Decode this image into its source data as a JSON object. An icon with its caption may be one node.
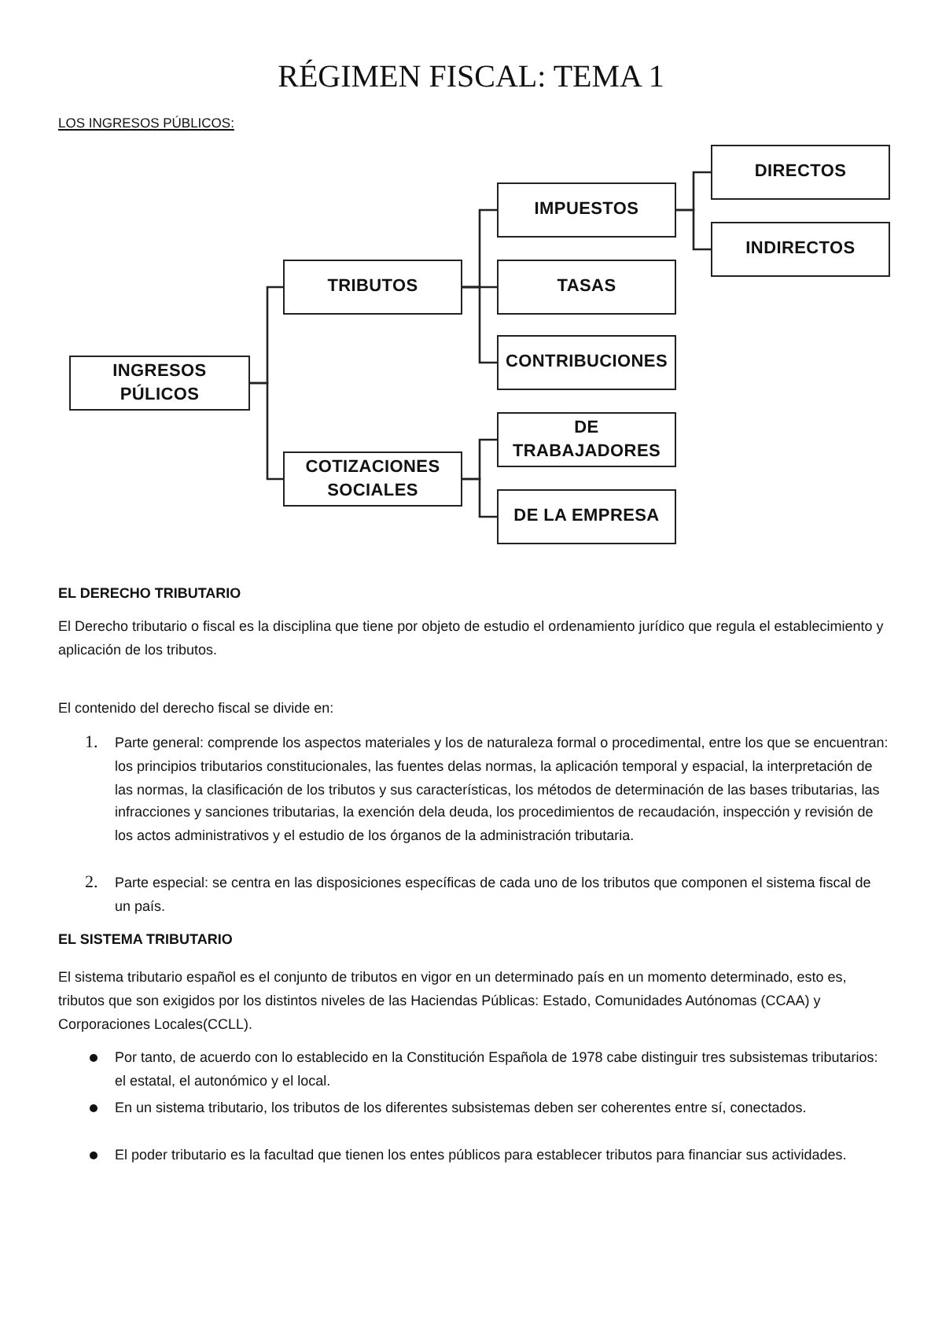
{
  "diagram": {
    "title": "RÉGIMEN FISCAL: TEMA 1",
    "nodes": [
      {
        "text": [
          "INGRESOS PÚLICOS"
        ]
      },
      {
        "text": [
          "TRIBUTOS"
        ]
      },
      {
        "text": [
          "IMPUESTOS"
        ]
      },
      {
        "text": [
          "DIRECTOS"
        ]
      },
      {
        "text": [
          "INDIRECTOS"
        ]
      },
      {
        "text": [
          "TASAS"
        ]
      },
      {
        "text": [
          "CONTRIBUCIONES"
        ]
      },
      {
        "text": [
          "COTIZACIONES SOCIALES"
        ]
      },
      {
        "text": [
          "DE TRABAJADORES"
        ]
      },
      {
        "text": [
          "DE LA EMPRESA"
        ]
      }
    ],
    "edges": [
      {
        "from": 0,
        "to": 1,
        "arrow": "none"
      },
      {
        "from": 0,
        "to": 7,
        "arrow": "none"
      },
      {
        "from": 1,
        "to": 2,
        "arrow": "none"
      },
      {
        "from": 1,
        "to": 5,
        "arrow": "none"
      },
      {
        "from": 1,
        "to": 6,
        "arrow": "none"
      },
      {
        "from": 2,
        "to": 3,
        "arrow": "none"
      },
      {
        "from": 2,
        "to": 4,
        "arrow": "none"
      },
      {
        "from": 7,
        "to": 8,
        "arrow": "none"
      },
      {
        "from": 7,
        "to": 9,
        "arrow": "none"
      }
    ],
    "labels": [
      "LOS INGRESOS PÚBLICOS:",
      "EL DERECHO TRIBUTARIO",
      "El Derecho tributario o fiscal es la disciplina que tiene por objeto de estudio el ordenamiento jurídico que regula el establecimiento y aplicación de los tributos.",
      "El contenido del derecho fiscal se divide en:",
      "1.",
      "Parte general: comprende los aspectos materiales y los de naturaleza formal o procedimental, entre los que se encuentran: los principios tributarios constitucionales, las fuentes delas normas, la aplicación temporal y espacial, la interpretación de las normas, la clasificación de los tributos y sus características, los métodos de determinación de las bases tributarias, las infracciones y sanciones tributarias, la exención dela deuda, los procedimientos de recaudación, inspección y revisión de los actos administrativos y el estudio de los órganos de la administración tributaria.",
      "2.",
      "Parte especial: se centra en las disposiciones específicas de cada uno de los tributos que componen el sistema fiscal de un país.",
      "EL SISTEMA TRIBUTARIO",
      "El sistema tributario español es el conjunto de tributos en vigor en un determinado país en un momento determinado, esto es, tributos que son exigidos por los distintos niveles de las Haciendas Públicas: Estado, Comunidades Autónomas (CCAA) y Corporaciones Locales(CCLL).",
      "Por tanto, de acuerdo con lo establecido en la Constitución Española de 1978 cabe distinguir tres subsistemas tributarios: el estatal, el autonómico y el local.",
      "En un sistema tributario, los tributos de los diferentes subsistemas deben ser coherentes entre sí, conectados.",
      "El poder tributario es la facultad que tienen los entes públicos para establecer tributos para financiar sus actividades."
    ]
  }
}
